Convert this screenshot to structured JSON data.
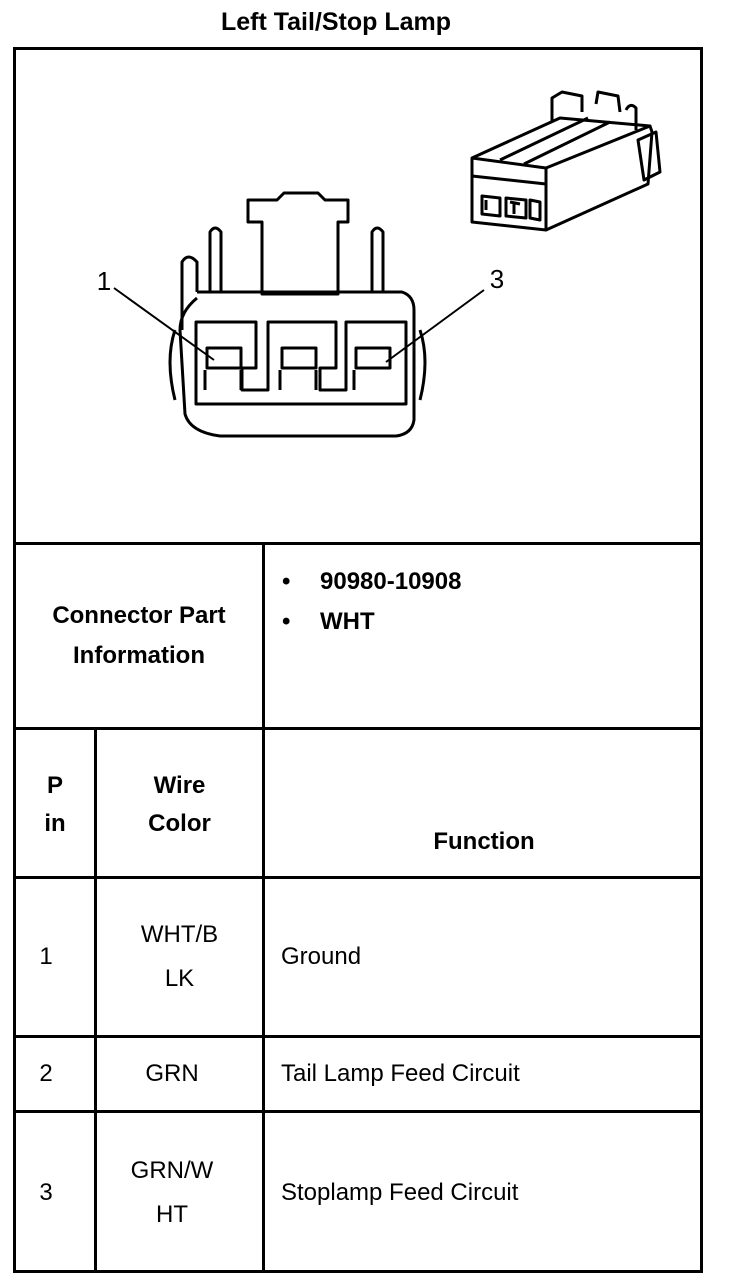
{
  "title": "Left Tail/Stop Lamp",
  "diagram": {
    "pin_labels": [
      "1",
      "3"
    ]
  },
  "connector_info": {
    "label_line1": "Connector Part",
    "label_line2": "Information",
    "items": [
      "90980-10908",
      "WHT"
    ]
  },
  "table": {
    "headers": {
      "pin_line1": "P",
      "pin_line2": "in",
      "wire_line1": "Wire",
      "wire_line2": "Color",
      "function": "Function"
    },
    "rows": [
      {
        "pin": "1",
        "wire_line1": "WHT/B",
        "wire_line2": "LK",
        "function": "Ground"
      },
      {
        "pin": "2",
        "wire_line1": "GRN",
        "wire_line2": "",
        "function": "Tail Lamp Feed Circuit"
      },
      {
        "pin": "3",
        "wire_line1": "GRN/W",
        "wire_line2": "HT",
        "function": "Stoplamp Feed Circuit"
      }
    ]
  }
}
